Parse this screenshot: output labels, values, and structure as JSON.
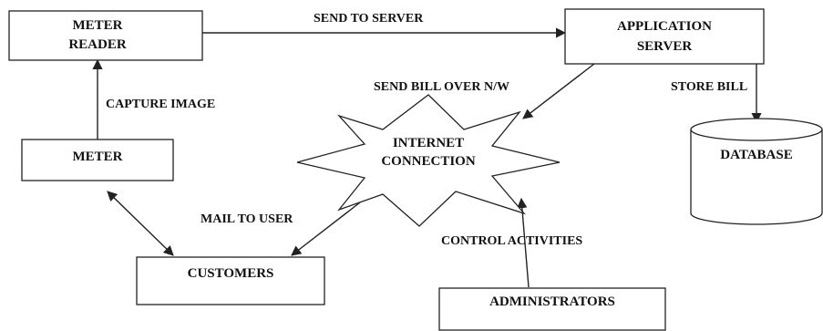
{
  "nodes": {
    "meter_reader": [
      "METER",
      "READER"
    ],
    "application_server": [
      "APPLICATION",
      "SERVER"
    ],
    "internet_connection": [
      "INTERNET",
      "CONNECTION"
    ],
    "database": "DATABASE",
    "meter": "METER",
    "customers": "CUSTOMERS",
    "administrators": "ADMINISTRATORS"
  },
  "edges": {
    "send_to_server": "SEND TO SERVER",
    "capture_image": "CAPTURE IMAGE",
    "send_bill": "SEND BILL OVER N/W",
    "store_bill": "STORE BILL",
    "mail_to_user": "MAIL TO USER",
    "control_activities": "CONTROL ACTIVITIES"
  },
  "colors": {
    "stroke": "#222222",
    "text": "#111111",
    "background": "#ffffff"
  }
}
